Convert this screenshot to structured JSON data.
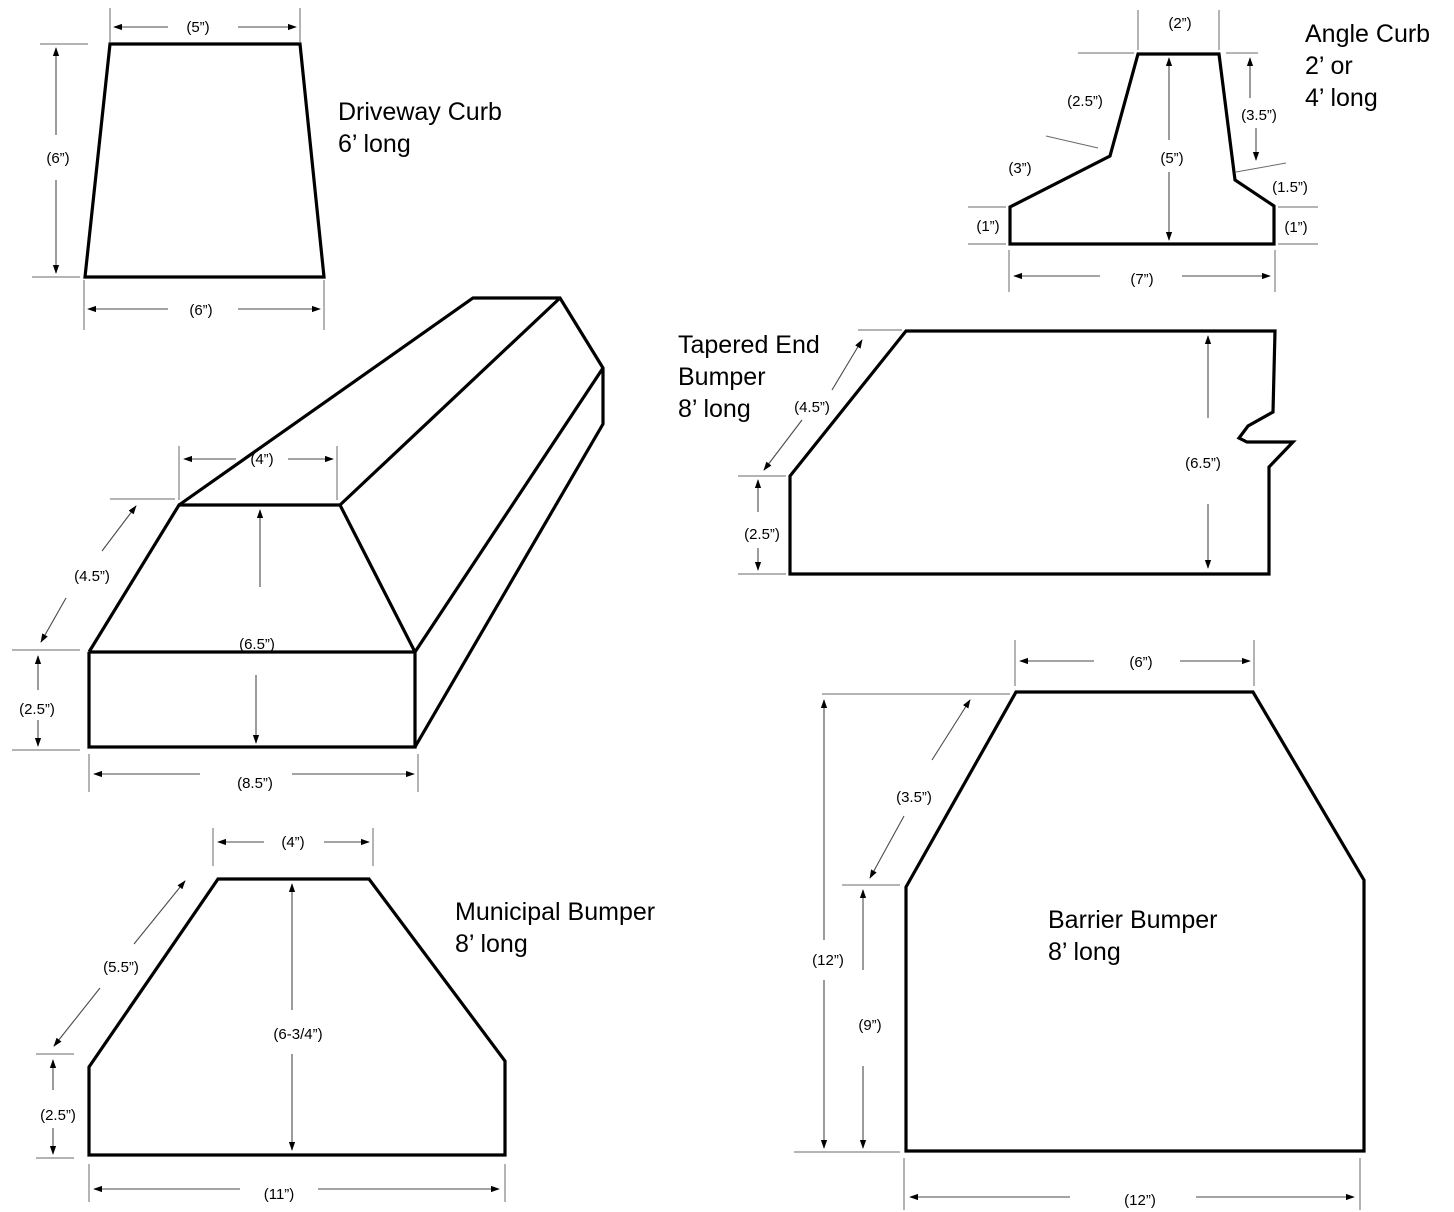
{
  "products": {
    "driveway_curb": {
      "name": "Driveway Curb",
      "length": "6’ long",
      "top": "(5”)",
      "height": "(6”)",
      "bottom": "(6”)"
    },
    "angle_curb": {
      "name": "Angle Curb",
      "length_line1": "2’ or",
      "length_line2": "4’ long",
      "top": "(2”)",
      "slope_upper": "(2.5”)",
      "slope_lower": "(3”)",
      "height": "(5”)",
      "right_upper": "(3.5”)",
      "right_step": "(1.5”)",
      "left_base": "(1”)",
      "right_base": "(1”)",
      "bottom": "(7”)"
    },
    "tapered_end_bumper": {
      "name_line1": "Tapered End",
      "name_line2": "Bumper",
      "length": "8’ long",
      "slope": "(4.5”)",
      "base": "(2.5”)",
      "height": "(6.5”)"
    },
    "bumper_3d": {
      "top": "(4”)",
      "slope": "(4.5”)",
      "height": "(6.5”)",
      "base": "(2.5”)",
      "bottom": "(8.5”)"
    },
    "municipal_bumper": {
      "name": "Municipal Bumper",
      "length": "8’ long",
      "top": "(4”)",
      "slope": "(5.5”)",
      "height": "(6-3/4”)",
      "base": "(2.5”)",
      "bottom": "(11”)"
    },
    "barrier_bumper": {
      "name": "Barrier Bumper",
      "length": "8’ long",
      "top": "(6”)",
      "slope": "(3.5”)",
      "total_height": "(12”)",
      "side_height": "(9”)",
      "bottom": "(12”)"
    }
  }
}
